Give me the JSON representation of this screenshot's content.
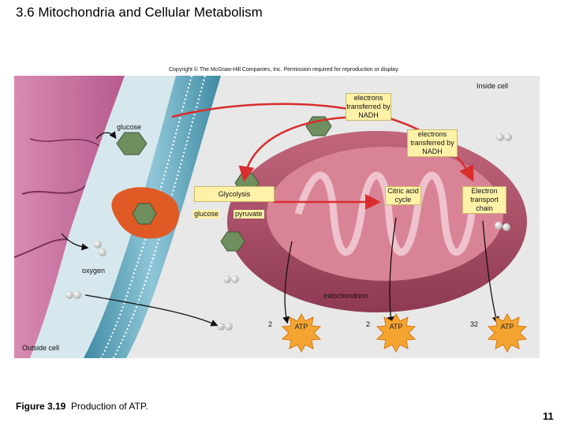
{
  "slide": {
    "title": "3.6 Mitochondria and Cellular Metabolism",
    "copyright": "Copyright © The McGraw-Hill Companies, Inc. Permission required for reproduction or display.",
    "caption_number": "Figure 3.19",
    "caption_text": "Production of ATP.",
    "page_number": "11"
  },
  "diagram": {
    "inside_cell": "Inside cell",
    "outside_cell": "Outside cell",
    "glucose": "glucose",
    "oxygen": "oxygen",
    "mitochondrion": "mitochondrion",
    "electrons_nadh_1": "electrons transferred by NADH",
    "electrons_nadh_2": "electrons transferred by NADH",
    "glycolysis": "Glycolysis",
    "glucose_inner": "glucose",
    "pyruvate": "pyruvate",
    "citric_acid_cycle": "Citric acid cycle",
    "electron_transport_chain": "Electron transport chain",
    "atp_1_count": "2",
    "atp_1_label": "ATP",
    "atp_2_count": "2",
    "atp_2_label": "ATP",
    "atp_3_count": "32",
    "atp_3_label": "ATP"
  },
  "colors": {
    "membrane": "#4e9ab0",
    "cytoplasm": "#c26a9a",
    "mitochondrion": "#a84a63",
    "arrow_red": "#d92d2d",
    "label_box": "#fff2a8",
    "atp_burst": "#f4a431"
  }
}
